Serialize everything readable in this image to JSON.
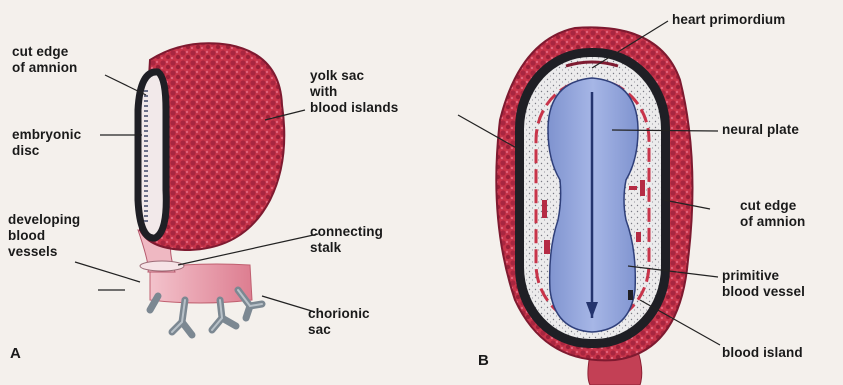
{
  "panels": {
    "a": {
      "letter": "A",
      "labels": {
        "cut_edge": [
          "cut edge",
          "of amnion"
        ],
        "yolk_sac": [
          "yolk sac",
          "with",
          "blood islands"
        ],
        "embryonic_disc": [
          "embryonic",
          "disc"
        ],
        "developing_vessels": [
          "developing",
          "blood",
          "vessels"
        ],
        "connecting_stalk": [
          "connecting",
          "stalk"
        ],
        "chorionic_sac": [
          "chorionic",
          "sac"
        ]
      }
    },
    "b": {
      "letter": "B",
      "labels": {
        "heart": [
          "heart primordium"
        ],
        "neural_plate": [
          "neural plate"
        ],
        "cut_edge": [
          "cut edge",
          "of amnion"
        ],
        "primitive_vessel": [
          "primitive",
          "blood vessel"
        ],
        "blood_island": [
          "blood island"
        ]
      }
    }
  },
  "colors": {
    "sac_red": "#c8344a",
    "sac_dark": "#8e1f33",
    "plate_blue": "#8da0d6",
    "plate_stroke": "#2f3f7a",
    "amnion_dark": "#1f1f25",
    "stalk_pink": "#e59aa8",
    "vessel_gray": "#8f9aa4"
  }
}
